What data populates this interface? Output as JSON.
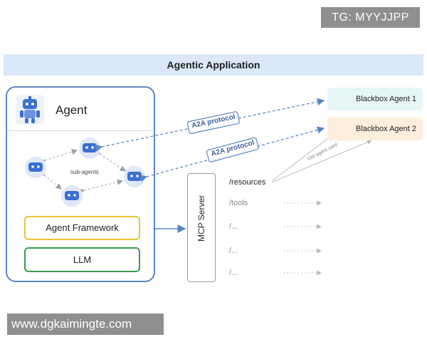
{
  "watermarks": {
    "top": "TG: MYYJJPP",
    "bottom": "www.dgkaimingte.com"
  },
  "diagram": {
    "header": "Agentic Application",
    "agent": {
      "title": "Agent",
      "subagents_label": "sub-agents",
      "framework": "Agent Framework",
      "llm": "LLM"
    },
    "mcp_server": "MCP Server",
    "routes": [
      "/resources",
      "/tools",
      "/...",
      "/...",
      "/..."
    ],
    "protocol_labels": [
      "A2A protocol",
      "A2A protocol"
    ],
    "get_agent_card": "Get agent card",
    "blackbox_agents": [
      "Blackbox Agent 1",
      "Blackbox Agent 2"
    ],
    "colors": {
      "header_bg": "#dbe8f8",
      "agent_border": "#5b86c5",
      "framework_border": "#e8c33a",
      "llm_border": "#3a9a4a",
      "arrow": "#5b86c5"
    }
  }
}
